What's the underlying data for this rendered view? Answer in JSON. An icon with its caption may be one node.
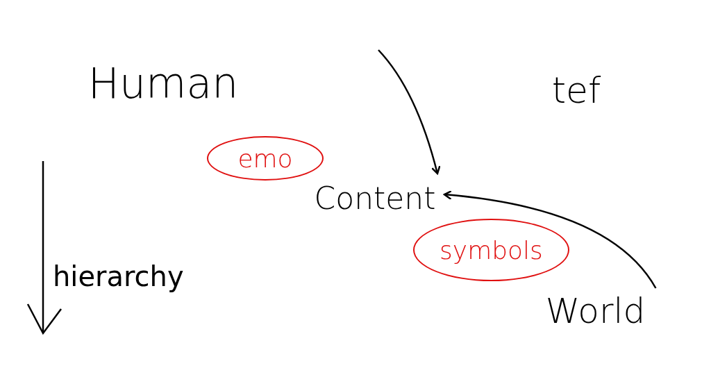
{
  "diagram": {
    "nodes": [
      {
        "text": [
          "Human"
        ]
      },
      {
        "text": [
          "tef"
        ]
      },
      {
        "text": [
          "emo"
        ]
      },
      {
        "text": [
          "Content"
        ]
      },
      {
        "text": [
          "symbols"
        ]
      },
      {
        "text": [
          "World"
        ]
      }
    ],
    "edges": [
      {
        "from": null,
        "to": 3,
        "arrow": "to"
      },
      {
        "from": 5,
        "to": 3,
        "arrow": "to"
      }
    ],
    "labels": [
      "hierarchy"
    ]
  }
}
